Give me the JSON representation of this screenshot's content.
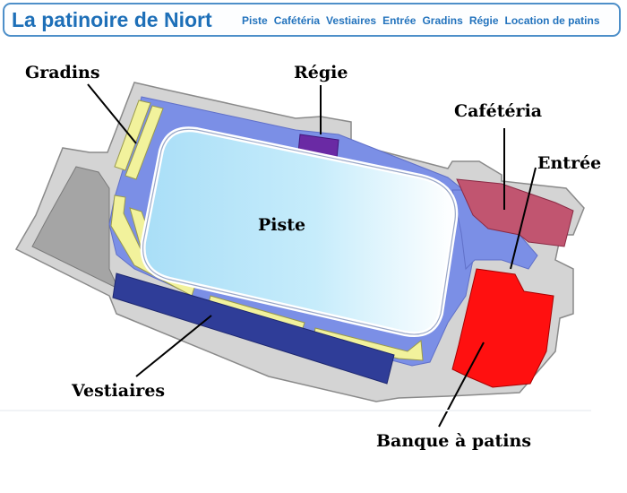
{
  "header": {
    "title": "La patinoire de Niort",
    "nav": [
      "Piste",
      "Cafétéria",
      "Vestiaires",
      "Entrée",
      "Gradins",
      "Régie",
      "Location de patins"
    ]
  },
  "diagram": {
    "labels": {
      "gradins": "Gradins",
      "regie": "Régie",
      "cafeteria": "Cafétéria",
      "entree": "Entrée",
      "piste": "Piste",
      "vestiaires": "Vestiaires",
      "banque": "Banque à patins"
    },
    "colors": {
      "floor": "#7b8fe6",
      "wall": "#d4d4d4",
      "ice": "#bfe9fb",
      "gradins": "#f2f29c",
      "vestiaires": "#2f3d98",
      "regie": "#6a2aa4",
      "cafeteria": "#c15570",
      "banque": "#ff1010"
    }
  }
}
